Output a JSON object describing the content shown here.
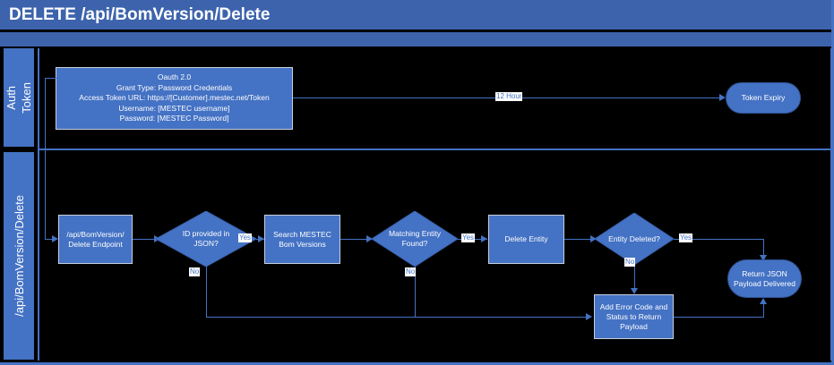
{
  "header": {
    "title": "DELETE /api/BomVersion/Delete"
  },
  "lanes": [
    {
      "name": "auth-token",
      "label": "Auth\nToken"
    },
    {
      "name": "api-bomversion-delete",
      "label": "/api/BomVersion/Delete"
    }
  ],
  "lane_labels": {
    "auth_line1": "Auth",
    "auth_line2": "Token",
    "api": "/api/BomVersion/Delete"
  },
  "nodes": {
    "auth_token_config": {
      "line1": "Oauth 2.0",
      "line2": "Grant Type: Password Credentials",
      "line3": "Access Token URL: https://[Customer].mestec.net/Token",
      "line4": "Username: [MESTEC username]",
      "line5": "Password: [MESTEC Password]"
    },
    "token_expiry": {
      "label": "Token Expiry"
    },
    "endpoint": {
      "line1": "/api/BomVersion/",
      "line2": "Delete Endpoint"
    },
    "id_provided": {
      "line1": "ID provided in",
      "line2": "JSON?"
    },
    "search_bom": {
      "line1": "Search MESTEC",
      "line2": "Bom Versions"
    },
    "matching_entity": {
      "line1": "Matching Entity",
      "line2": "Found?"
    },
    "delete_entity": {
      "label": "Delete Entity"
    },
    "entity_deleted": {
      "label": "Entity Deleted?"
    },
    "return_json": {
      "line1": "Return JSON",
      "line2": "Payload Delivered"
    },
    "add_error": {
      "line1": "Add Error Code and",
      "line2": "Status to Return",
      "line3": "Payload"
    }
  },
  "edge_labels": {
    "token_timeout": "12 Hour",
    "id_yes": "Yes",
    "id_no": "No",
    "match_yes": "Yes",
    "match_no": "No",
    "deleted_yes": "Yes",
    "deleted_no": "No"
  },
  "colors": {
    "header_bar": "#3D63AC",
    "node_fill": "#4472C4",
    "node_stroke": "#C8CFDF",
    "connector": "#4472C4",
    "canvas": "#000000",
    "text": "#FFFFFF",
    "edge_label_text": "#4472C4"
  }
}
